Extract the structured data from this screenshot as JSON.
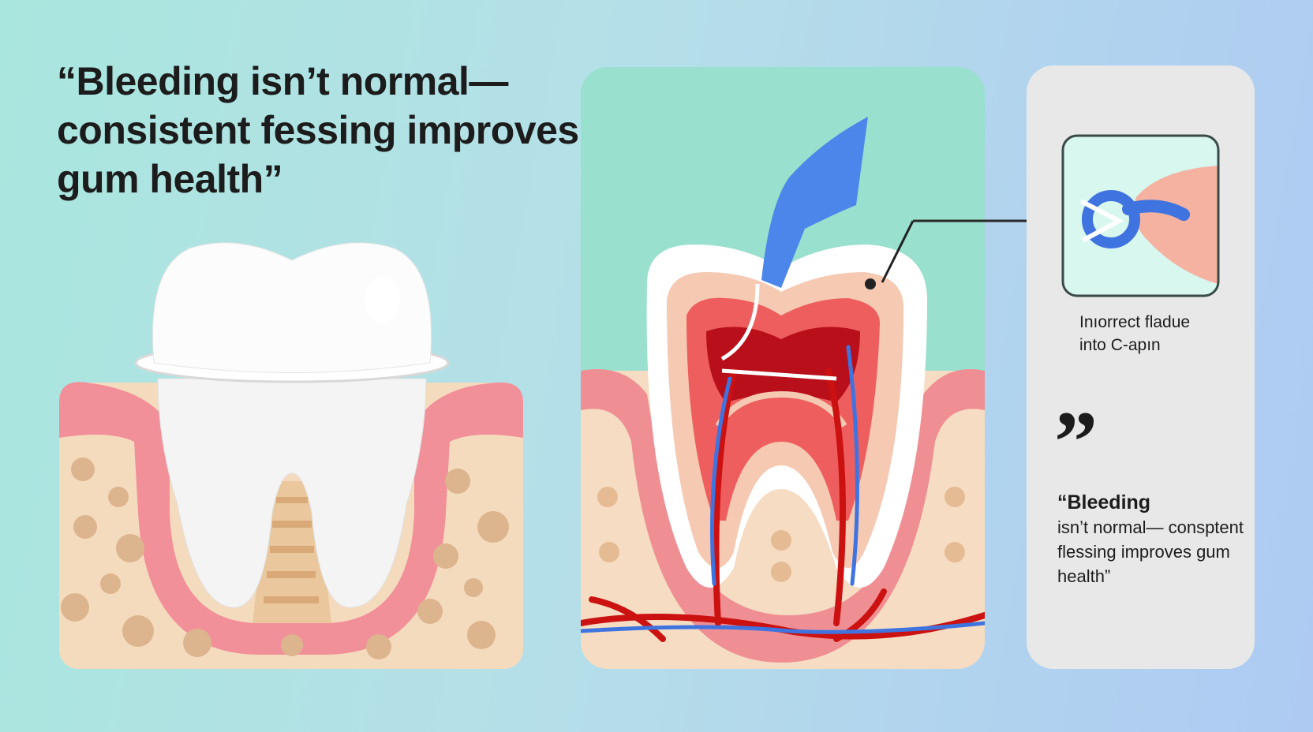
{
  "headline": "“Bleeding isn’t normal—consistent fessing improves gum health”",
  "right_panel": {
    "caption_line1": "Inıorrect fladue",
    "caption_line2": "into C-apın",
    "quote_icon": "closing-quote-icon",
    "quote_first": "“Bleeding",
    "quote_rest": "isn’t normal— consptent flessing improves gum health”"
  },
  "colors": {
    "gum": "#f0888f",
    "bone": "#f6dcc0",
    "enamel": "#ffffff",
    "pulp": "#d92a2a",
    "vein": "#3f74e0",
    "floss_tool": "#4c86ea",
    "panel_mint": "#99e0cf"
  }
}
